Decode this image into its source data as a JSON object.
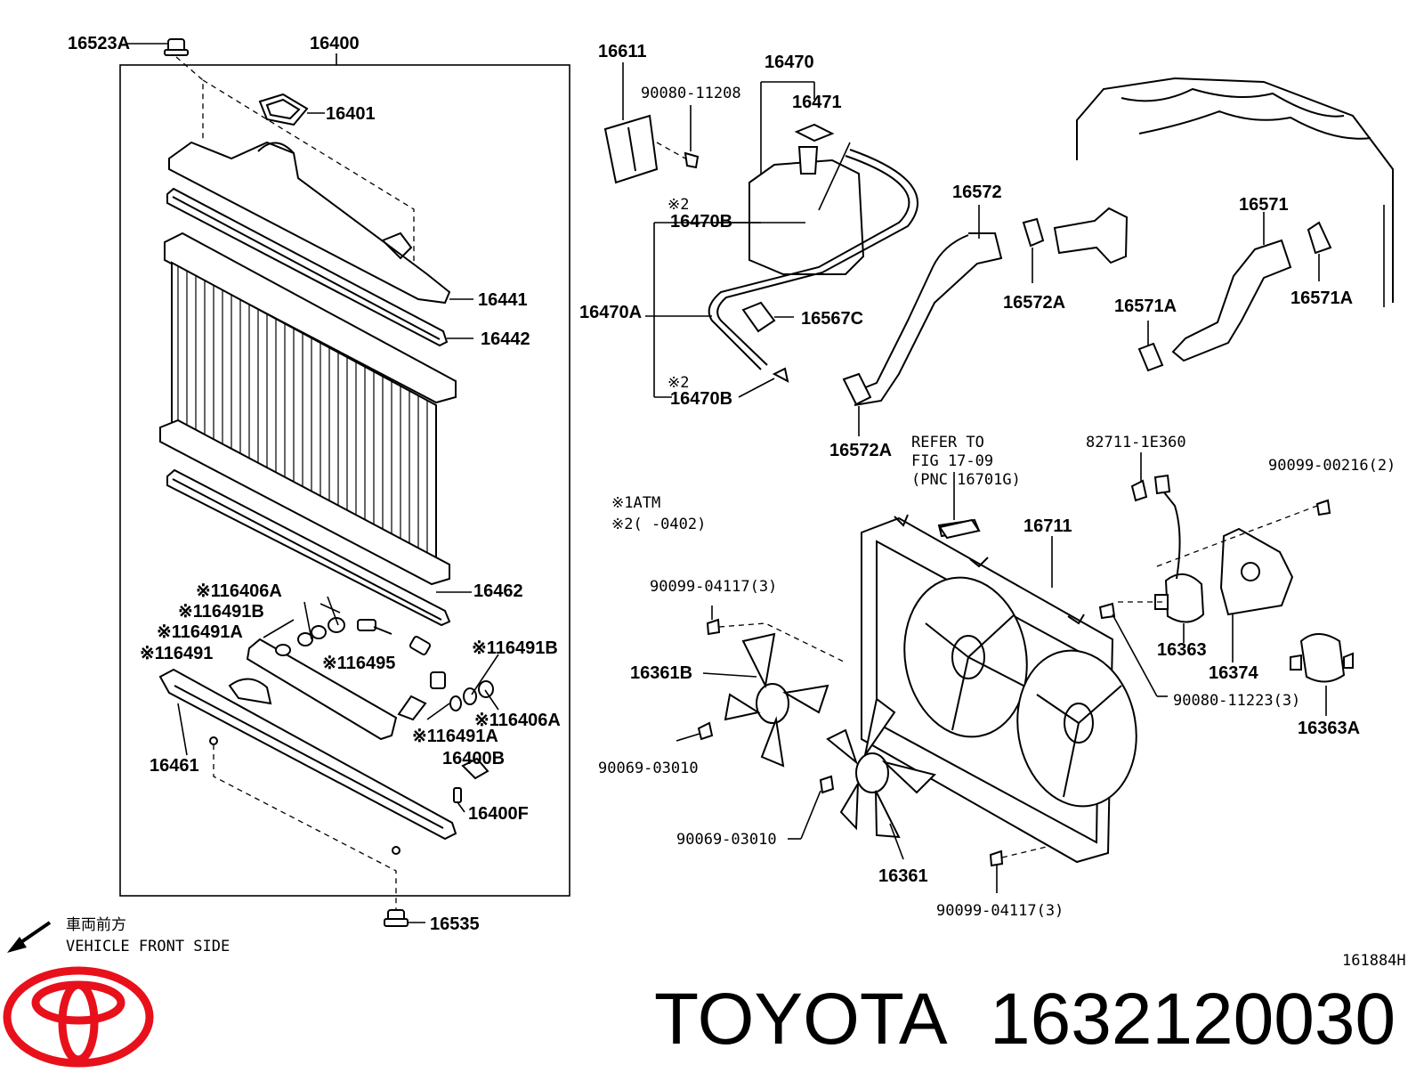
{
  "labels": {
    "p16523A": "16523A",
    "p16400": "16400",
    "p16401": "16401",
    "p16441": "16441",
    "p16442": "16442",
    "p16462": "16462",
    "p16406A_l": "※116406A",
    "p16491B_l": "※116491B",
    "p16491A_l": "※116491A",
    "p16491": "※116491",
    "p16495": "※116495",
    "p16491B_r": "※116491B",
    "p16406A_r": "※116406A",
    "p16491A_r": "※116491A",
    "p16400B": "16400B",
    "p16400F": "16400F",
    "p16461": "16461",
    "p16535": "16535",
    "p16611": "16611",
    "p90080_11208": "90080-11208",
    "p16470": "16470",
    "p16471": "16471",
    "mark2_top": "※2",
    "p16470B_top": "16470B",
    "p16470A": "16470A",
    "p16567C": "16567C",
    "mark2_bot": "※2",
    "p16470B_bot": "16470B",
    "p16572": "16572",
    "p16572A_top": "16572A",
    "p16572A_bot": "16572A",
    "p16571": "16571",
    "p16571A_l": "16571A",
    "p16571A_r": "16571A",
    "refer1": "REFER TO",
    "refer2": "FIG 17-09",
    "refer3": "(PNC 16701G)",
    "p82711": "82711-1E360",
    "p90099_00216": "90099-00216(2)",
    "note_atm": "※1ATM",
    "note_0402": "※2(     -0402)",
    "p16711": "16711",
    "p90099_04117_top": "90099-04117(3)",
    "p16361B": "16361B",
    "p16363": "16363",
    "p16374": "16374",
    "p90080_11223": "90080-11223(3)",
    "p16363A": "16363A",
    "p90069_03010_a": "90069-03010",
    "p90069_03010_b": "90069-03010",
    "p16361": "16361",
    "p90099_04117_bot": "90099-04117(3)",
    "front_jp": "車両前方",
    "front_en": "VEHICLE FRONT SIDE",
    "fig_code": "161884H"
  },
  "footer": {
    "brand": "TOYOTA",
    "part_number": "1632120030",
    "logo_color": "#e8101a"
  }
}
